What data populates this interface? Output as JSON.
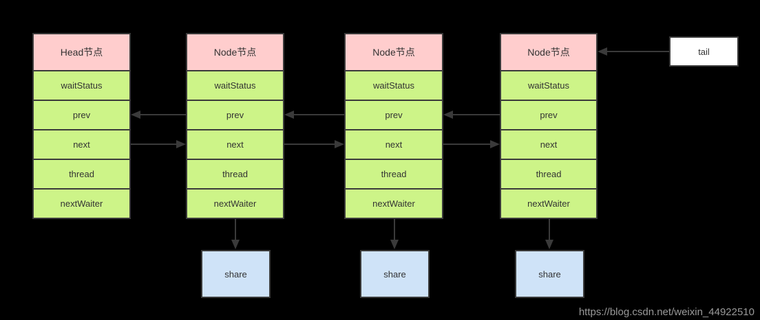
{
  "diagram": {
    "nodes": [
      {
        "title": "Head节点",
        "rows": [
          "waitStatus",
          "prev",
          "next",
          "thread",
          "nextWaiter"
        ]
      },
      {
        "title": "Node节点",
        "rows": [
          "waitStatus",
          "prev",
          "next",
          "thread",
          "nextWaiter"
        ]
      },
      {
        "title": "Node节点",
        "rows": [
          "waitStatus",
          "prev",
          "next",
          "thread",
          "nextWaiter"
        ]
      },
      {
        "title": "Node节点",
        "rows": [
          "waitStatus",
          "prev",
          "next",
          "thread",
          "nextWaiter"
        ]
      }
    ],
    "tail": {
      "label": "tail"
    },
    "shares": [
      {
        "label": "share"
      },
      {
        "label": "share"
      },
      {
        "label": "share"
      }
    ],
    "colors": {
      "background": "#000000",
      "border": "#3a3a3a",
      "node_header": "#ffcdcd",
      "node_row": "#cdf488",
      "share_fill": "#cfe3f8",
      "tail_fill": "#ffffff",
      "text": "#333333",
      "watermark": "#999999"
    }
  },
  "watermark": "https://blog.csdn.net/weixin_44922510"
}
